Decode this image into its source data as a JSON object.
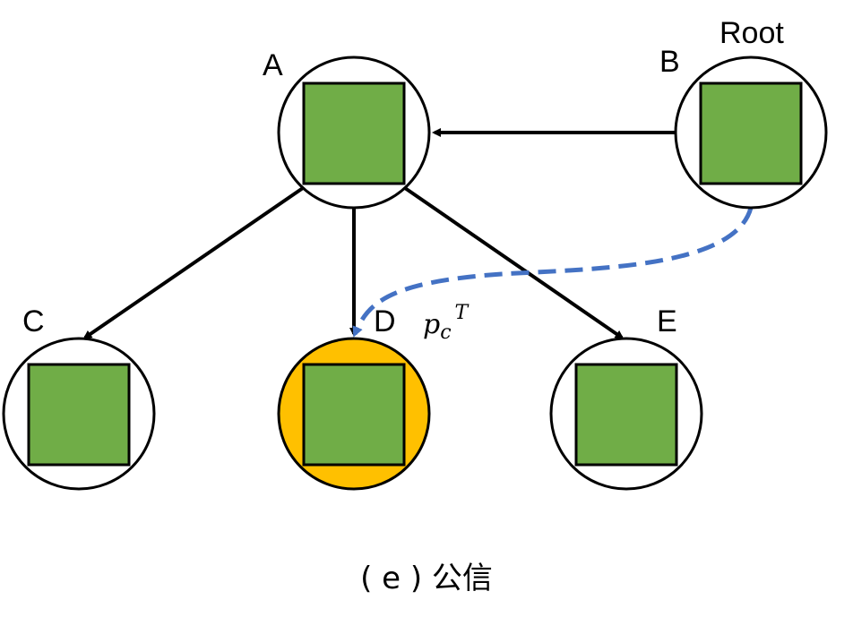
{
  "colors": {
    "node_fill": "#ffffff",
    "highlight_fill": "#ffc000",
    "square_fill": "#70ad47",
    "edge": "#000000",
    "dashed_path": "#4472c4"
  },
  "nodes": {
    "a": {
      "label": "A"
    },
    "b": {
      "label": "B",
      "annotation": "Root"
    },
    "c": {
      "label": "C"
    },
    "d": {
      "label": "D"
    },
    "e": {
      "label": "E"
    }
  },
  "path_label": {
    "base": "p",
    "sub": "c",
    "sup": "T"
  },
  "caption": "( e ) 公信"
}
